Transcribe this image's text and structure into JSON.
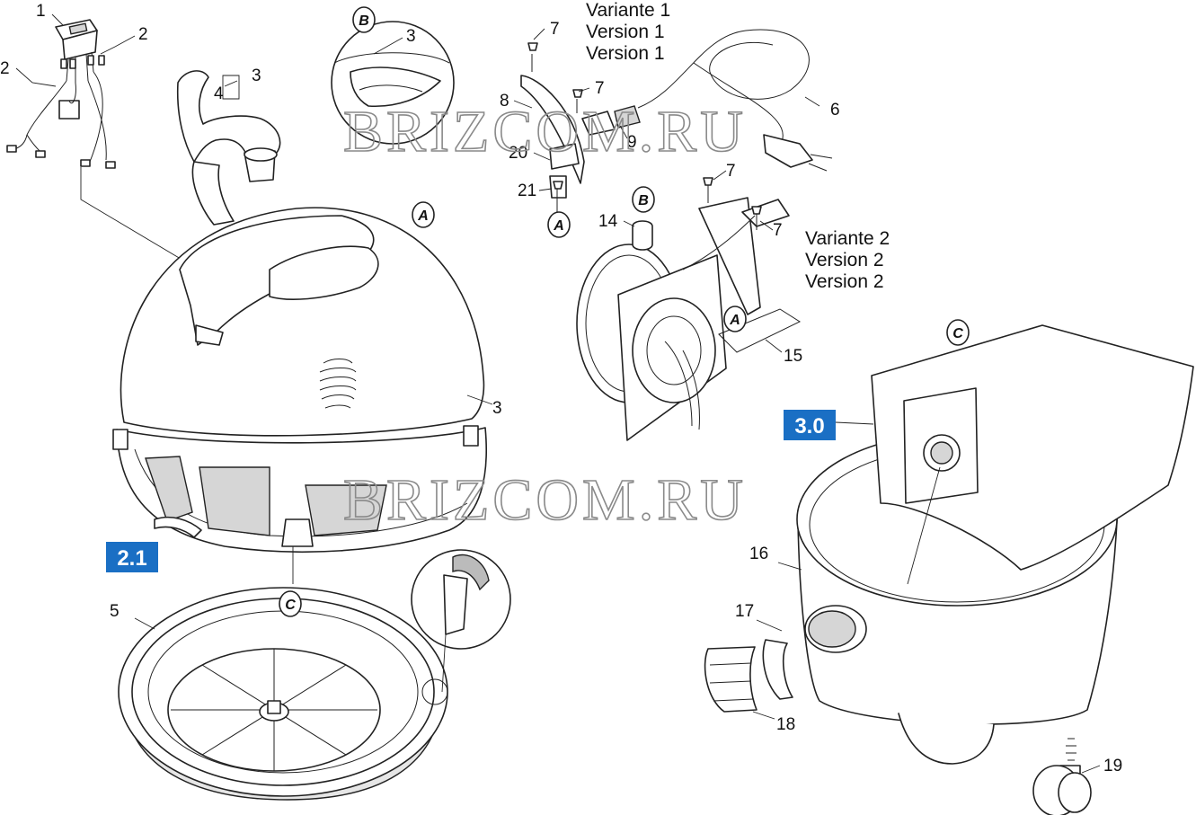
{
  "callouts": {
    "c1": "1",
    "c2a": "2",
    "c2b": "2",
    "c3a": "3",
    "c3b": "3",
    "c3c": "3",
    "c4": "4",
    "c5": "5",
    "c6": "6",
    "c7a": "7",
    "c7b": "7",
    "c7c": "7",
    "c7d": "7",
    "c8": "8",
    "c9": "9",
    "c14": "14",
    "c15": "15",
    "c16": "16",
    "c17": "17",
    "c18": "18",
    "c19": "19",
    "c20": "20",
    "c21": "21"
  },
  "connectors": {
    "a1": "A",
    "a2": "A",
    "a3": "A",
    "b1": "B",
    "b2": "B",
    "c1": "C",
    "c2": "C"
  },
  "badges": {
    "b21": "2.1",
    "b30": "3.0"
  },
  "badge_color": "#1a6fc4",
  "variant1": {
    "l1": "Variante 1",
    "l2": "Version 1",
    "l3": "Version 1"
  },
  "variant2": {
    "l1": "Variante 2",
    "l2": "Version 2",
    "l3": "Version 2"
  },
  "watermark": "BRIZCOM.RU"
}
